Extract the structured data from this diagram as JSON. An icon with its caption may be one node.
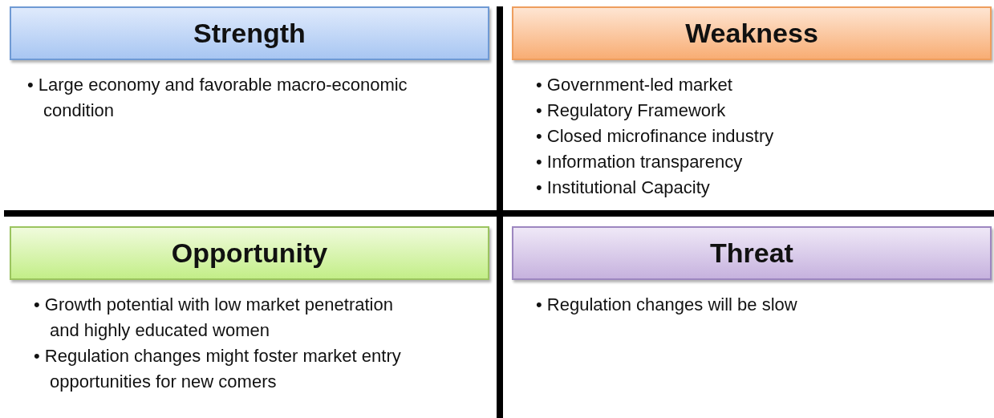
{
  "diagram": {
    "nodes": [
      {
        "text": [
          "Strength"
        ]
      },
      {
        "text": [
          "Weakness"
        ]
      },
      {
        "text": [
          "Opportunity"
        ]
      },
      {
        "text": [
          "Threat"
        ]
      }
    ],
    "labels": [
      "• Large economy and favorable macro-economic condition",
      "• Government-led market",
      "• Regulatory Framework",
      "• Closed microfinance industry",
      "• Information transparency",
      "• Institutional Capacity",
      "• Growth potential with low market penetration and highly educated women",
      "• Regulation changes might foster market entry opportunities for new comers",
      "• Regulation changes will be slow"
    ]
  }
}
